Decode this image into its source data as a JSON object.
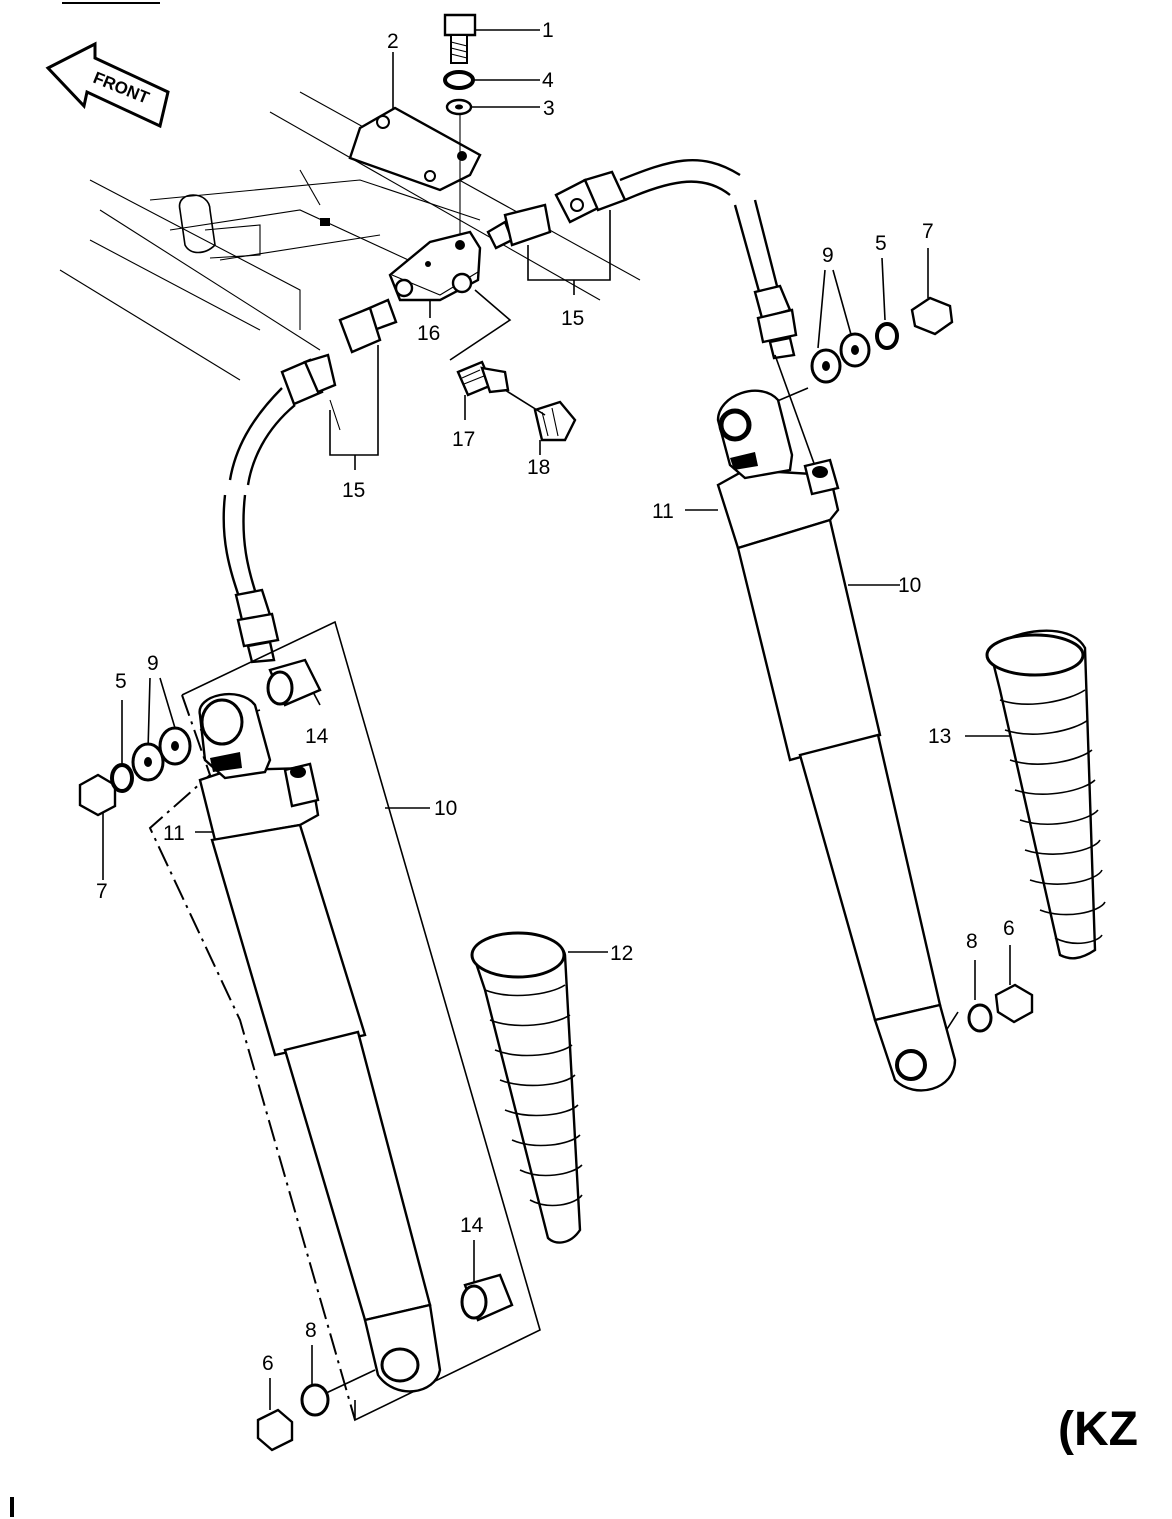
{
  "diagram": {
    "front_label": "FRONT",
    "model_label": "(KZ",
    "callouts": [
      {
        "id": "c1",
        "text": "1"
      },
      {
        "id": "c2",
        "text": "2"
      },
      {
        "id": "c3",
        "text": "3"
      },
      {
        "id": "c4",
        "text": "4"
      },
      {
        "id": "c5a",
        "text": "5"
      },
      {
        "id": "c5b",
        "text": "5"
      },
      {
        "id": "c6a",
        "text": "6"
      },
      {
        "id": "c6b",
        "text": "6"
      },
      {
        "id": "c7a",
        "text": "7"
      },
      {
        "id": "c7b",
        "text": "7"
      },
      {
        "id": "c8a",
        "text": "8"
      },
      {
        "id": "c8b",
        "text": "8"
      },
      {
        "id": "c9a",
        "text": "9"
      },
      {
        "id": "c9b",
        "text": "9"
      },
      {
        "id": "c10a",
        "text": "10"
      },
      {
        "id": "c10b",
        "text": "10"
      },
      {
        "id": "c11a",
        "text": "11"
      },
      {
        "id": "c11b",
        "text": "11"
      },
      {
        "id": "c12",
        "text": "12"
      },
      {
        "id": "c13",
        "text": "13"
      },
      {
        "id": "c14a",
        "text": "14"
      },
      {
        "id": "c14b",
        "text": "14"
      },
      {
        "id": "c15a",
        "text": "15"
      },
      {
        "id": "c15b",
        "text": "15"
      },
      {
        "id": "c16",
        "text": "16"
      },
      {
        "id": "c17",
        "text": "17"
      },
      {
        "id": "c18",
        "text": "18"
      }
    ]
  }
}
